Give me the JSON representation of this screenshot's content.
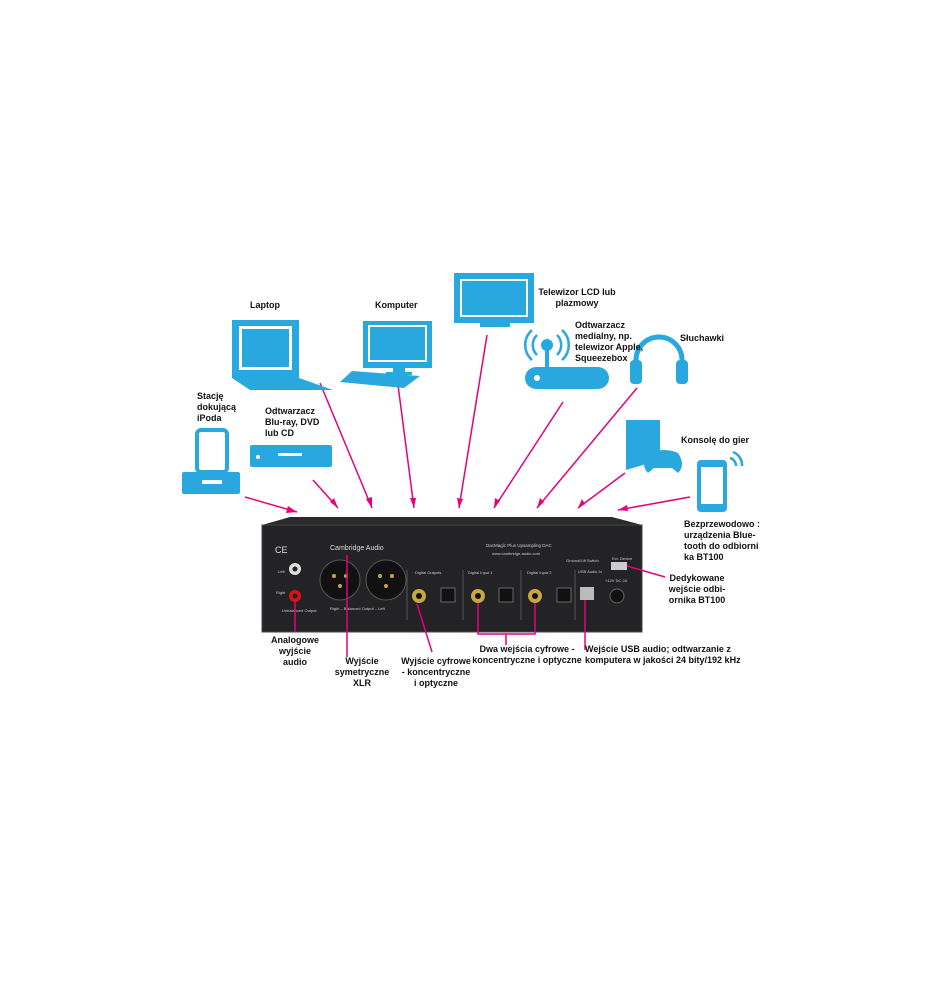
{
  "colors": {
    "icon": "#29a8e0",
    "arrow": "#e6007e",
    "device": "#2a2a2c"
  },
  "sources": {
    "ipod_dock": [
      "Stację",
      "dokującą",
      "iPoda"
    ],
    "bluray": [
      "Odtwarzacz",
      "Blu-ray, DVD",
      "lub CD"
    ],
    "laptop": [
      "Laptop"
    ],
    "computer": [
      "Komputer"
    ],
    "tv": [
      "Telewizor LCD lub",
      "plazmowy"
    ],
    "media_player": [
      "Odtwarzacz",
      "medialny, np.",
      "telewizor Apple,",
      "Squeezebox"
    ],
    "headphones": [
      "Słuchawki"
    ],
    "console": [
      "Konsolę do gier"
    ],
    "wireless": [
      "Bezprzewodowo :",
      "urządzenia Blue-",
      "tooth do odbiorni",
      "ka BT100"
    ]
  },
  "outputs": {
    "bt100": [
      "Dedykowane",
      "wejście odbi-",
      "ornika BT100"
    ],
    "analog": [
      "Analogowe",
      "wyjście",
      "audio"
    ],
    "xlr": [
      "Wyjście",
      "symetryczne",
      "XLR"
    ],
    "digital_out": [
      "Wyjście cyfrowe",
      "- koncentryczne",
      "i optyczne"
    ],
    "digital_in": [
      "Dwa wejścia cyfrowe -",
      "koncentryczne i optyczne"
    ],
    "usb": [
      "Wejście USB audio; odtwarzanie z",
      "komputera w jakości 24 bity/192 kHz"
    ]
  },
  "device": {
    "brand": "Cambridge Audio",
    "model": "DacMagic Plus Upsampling DAC",
    "url": "www.cambridge-audio.com",
    "ce": "CE",
    "left": "Left",
    "right": "Right",
    "unbalanced": "Unbalanced Output",
    "balanced": "Right – Balanced Output – Left",
    "digital_outputs": "Digital Outputs",
    "digital_input_1": "Digital Input 1",
    "digital_input_2": "Digital Input 2",
    "usb_in": "USB Audio In",
    "ext_device": "Ext. Device",
    "power": "+12V DC 2A",
    "ground": "Ground/Lift Switch"
  }
}
